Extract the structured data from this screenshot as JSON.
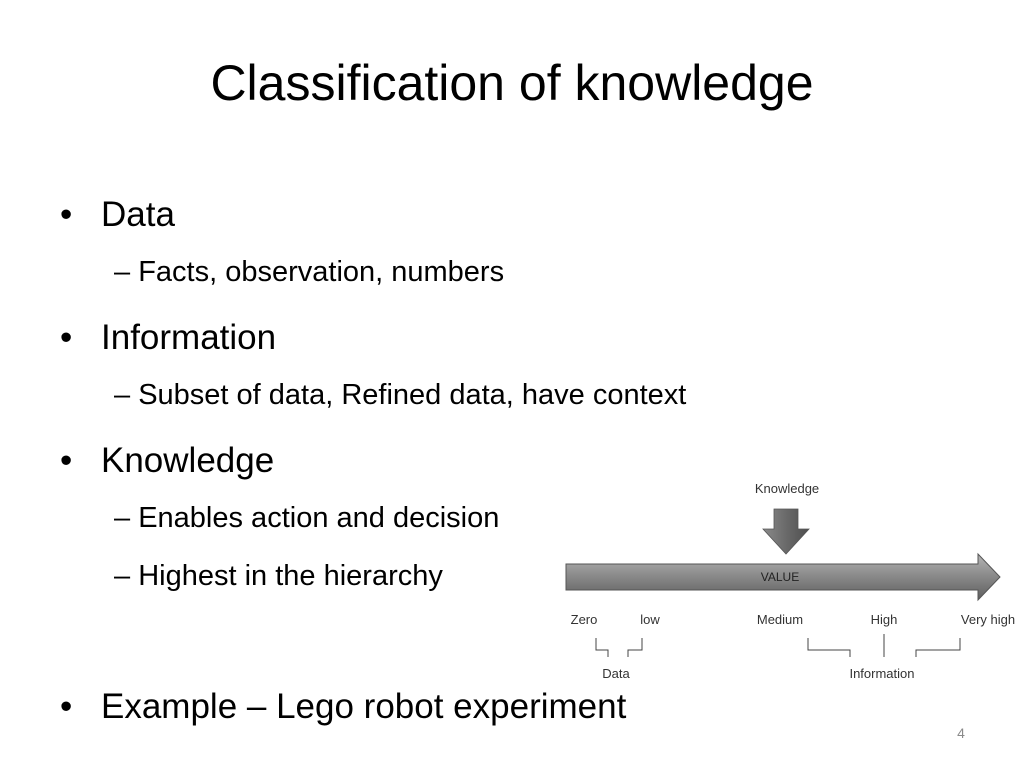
{
  "slide": {
    "title": "Classification of knowledge",
    "slide_number": "4"
  },
  "bullets": [
    {
      "text": "Data",
      "subs": [
        "Facts, observation, numbers"
      ]
    },
    {
      "text": "Information",
      "subs": [
        "Subset of data, Refined data, have context"
      ]
    },
    {
      "text": "Knowledge",
      "subs": [
        "Enables action and decision",
        "Highest in the hierarchy"
      ]
    },
    {
      "text": "Example – Lego robot experiment",
      "subs": []
    }
  ],
  "bullet_glyph": "•",
  "sub_bullet_glyph": "–",
  "diagram": {
    "top_label": "Knowledge",
    "arrow_label": "VALUE",
    "scale": [
      "Zero",
      "low",
      "Medium",
      "High",
      "Very high"
    ],
    "groups": [
      "Data",
      "Information"
    ]
  }
}
